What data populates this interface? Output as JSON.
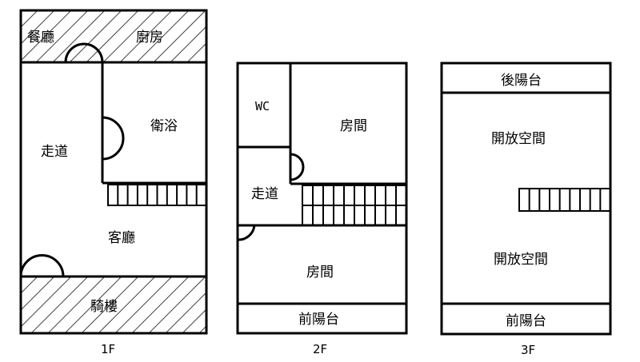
{
  "floors": [
    {
      "label": "1F",
      "rooms": {
        "dining": "餐廳",
        "kitchen": "廚房",
        "hallway": "走道",
        "bathroom": "衛浴",
        "living": "客廳",
        "arcade": "騎樓"
      }
    },
    {
      "label": "2F",
      "rooms": {
        "wc": "WC",
        "room_upper": "房間",
        "hallway": "走道",
        "room_lower": "房間",
        "front_balcony": "前陽台"
      }
    },
    {
      "label": "3F",
      "rooms": {
        "back_balcony": "後陽台",
        "open_space_upper": "開放空間",
        "open_space_lower": "開放空間",
        "front_balcony": "前陽台"
      }
    }
  ]
}
